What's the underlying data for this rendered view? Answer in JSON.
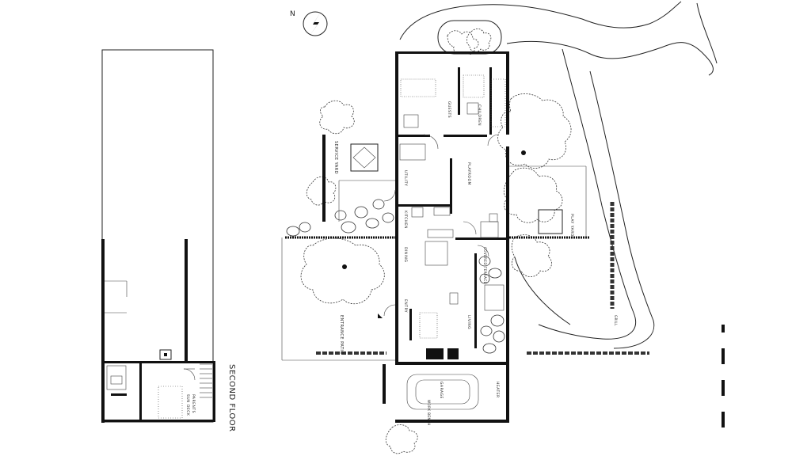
{
  "plan": {
    "north_label": "N",
    "second_floor_title": "SECOND FLOOR",
    "rooms": {
      "guests": "GUESTS",
      "children": "CHILDREN",
      "service_yard": "SERVICE YARD",
      "utility": "UTILITY",
      "playroom": "PLAYROOM",
      "kitchen": "KITCHEN",
      "dining": "DINING",
      "covered_terrace": "COVERED TERRACE",
      "play_yard": "PLAY YARD",
      "entry": "ENTRY",
      "living": "LIVING",
      "entrance_patio": "ENTRANCE PATIO",
      "garage": "GARAGE",
      "heater": "HEATER",
      "work_bench": "WORK BENCH",
      "grill": "GRILL",
      "parents": "PARENTS",
      "sun_deck": "SUN DECK"
    }
  }
}
